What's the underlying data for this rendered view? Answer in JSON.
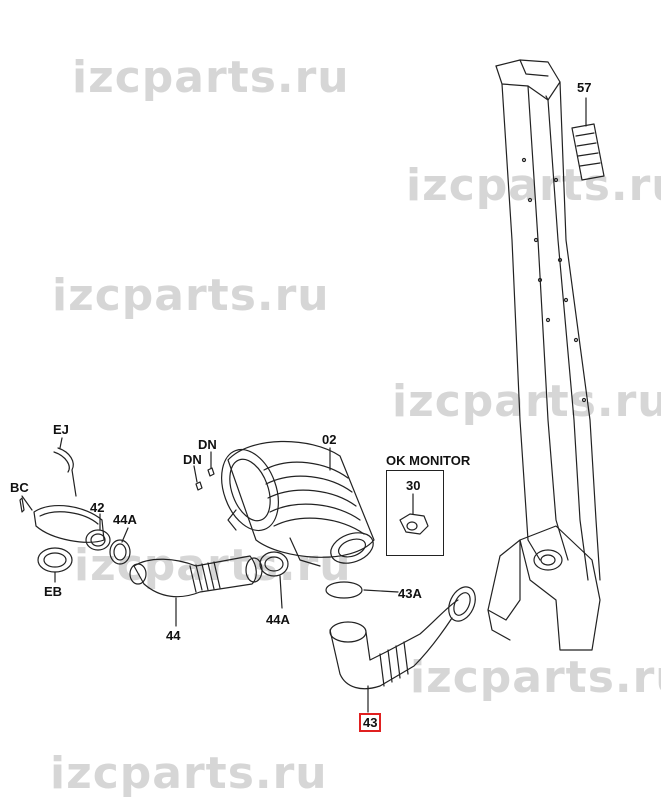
{
  "watermark": "izcparts.ru",
  "labels": {
    "p57": "57",
    "p02": "02",
    "dn_top": "DN",
    "dn_left": "DN",
    "ej": "EJ",
    "bc": "BC",
    "p42": "42",
    "p44a_left": "44A",
    "eb": "EB",
    "p44": "44",
    "p44a_right": "44A",
    "p43a": "43A",
    "p43": "43",
    "ok_monitor": "OK MONITOR",
    "p30": "30"
  },
  "colors": {
    "line": "#222222",
    "watermark": "#d6d6d6",
    "highlight": "#e02020"
  }
}
